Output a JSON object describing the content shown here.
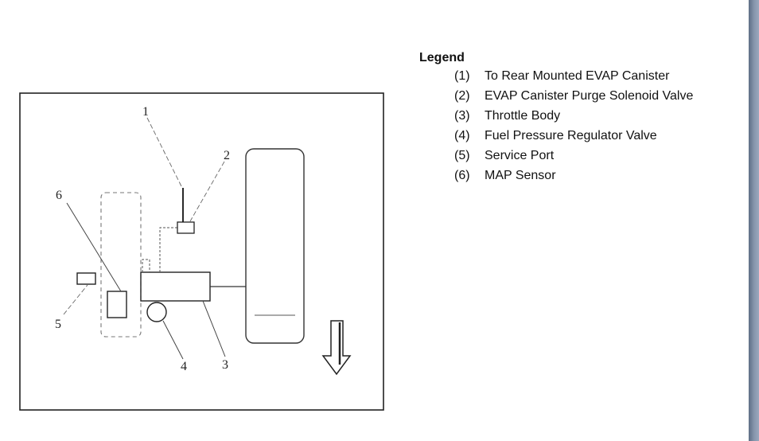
{
  "legend": {
    "title": "Legend",
    "items": [
      {
        "num": "(1)",
        "label": "To Rear Mounted EVAP Canister"
      },
      {
        "num": "(2)",
        "label": "EVAP Canister Purge Solenoid Valve"
      },
      {
        "num": "(3)",
        "label": "Throttle Body"
      },
      {
        "num": "(4)",
        "label": "Fuel Pressure Regulator Valve"
      },
      {
        "num": "(5)",
        "label": "Service Port"
      },
      {
        "num": "(6)",
        "label": "MAP Sensor"
      }
    ]
  },
  "callouts": [
    "1",
    "2",
    "3",
    "4",
    "5",
    "6"
  ]
}
